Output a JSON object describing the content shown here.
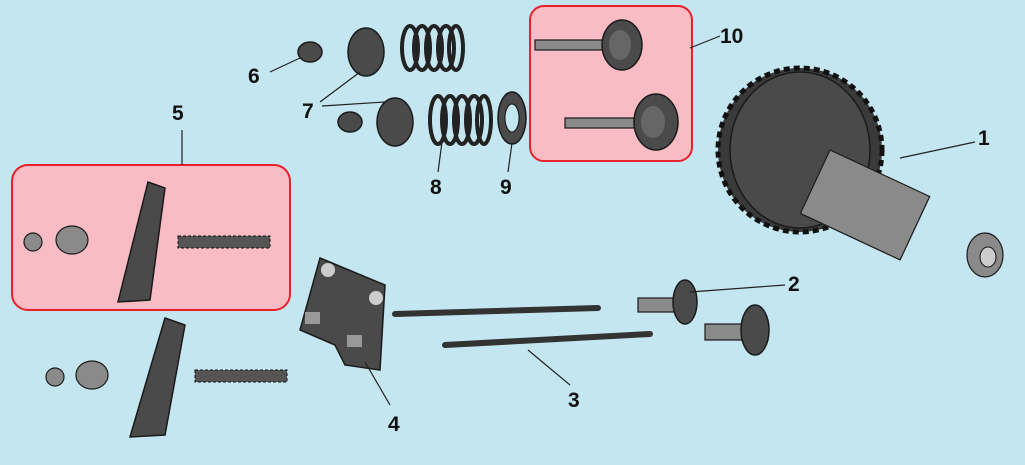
{
  "diagram": {
    "labels": [
      "1",
      "2",
      "3",
      "4",
      "5",
      "6",
      "7",
      "8",
      "9",
      "10"
    ],
    "colors": {
      "background": "#c3e6f0",
      "highlight_fill": "#f9bcc4",
      "highlight_border": "#e8202a",
      "part": "#4a4a4a"
    }
  }
}
